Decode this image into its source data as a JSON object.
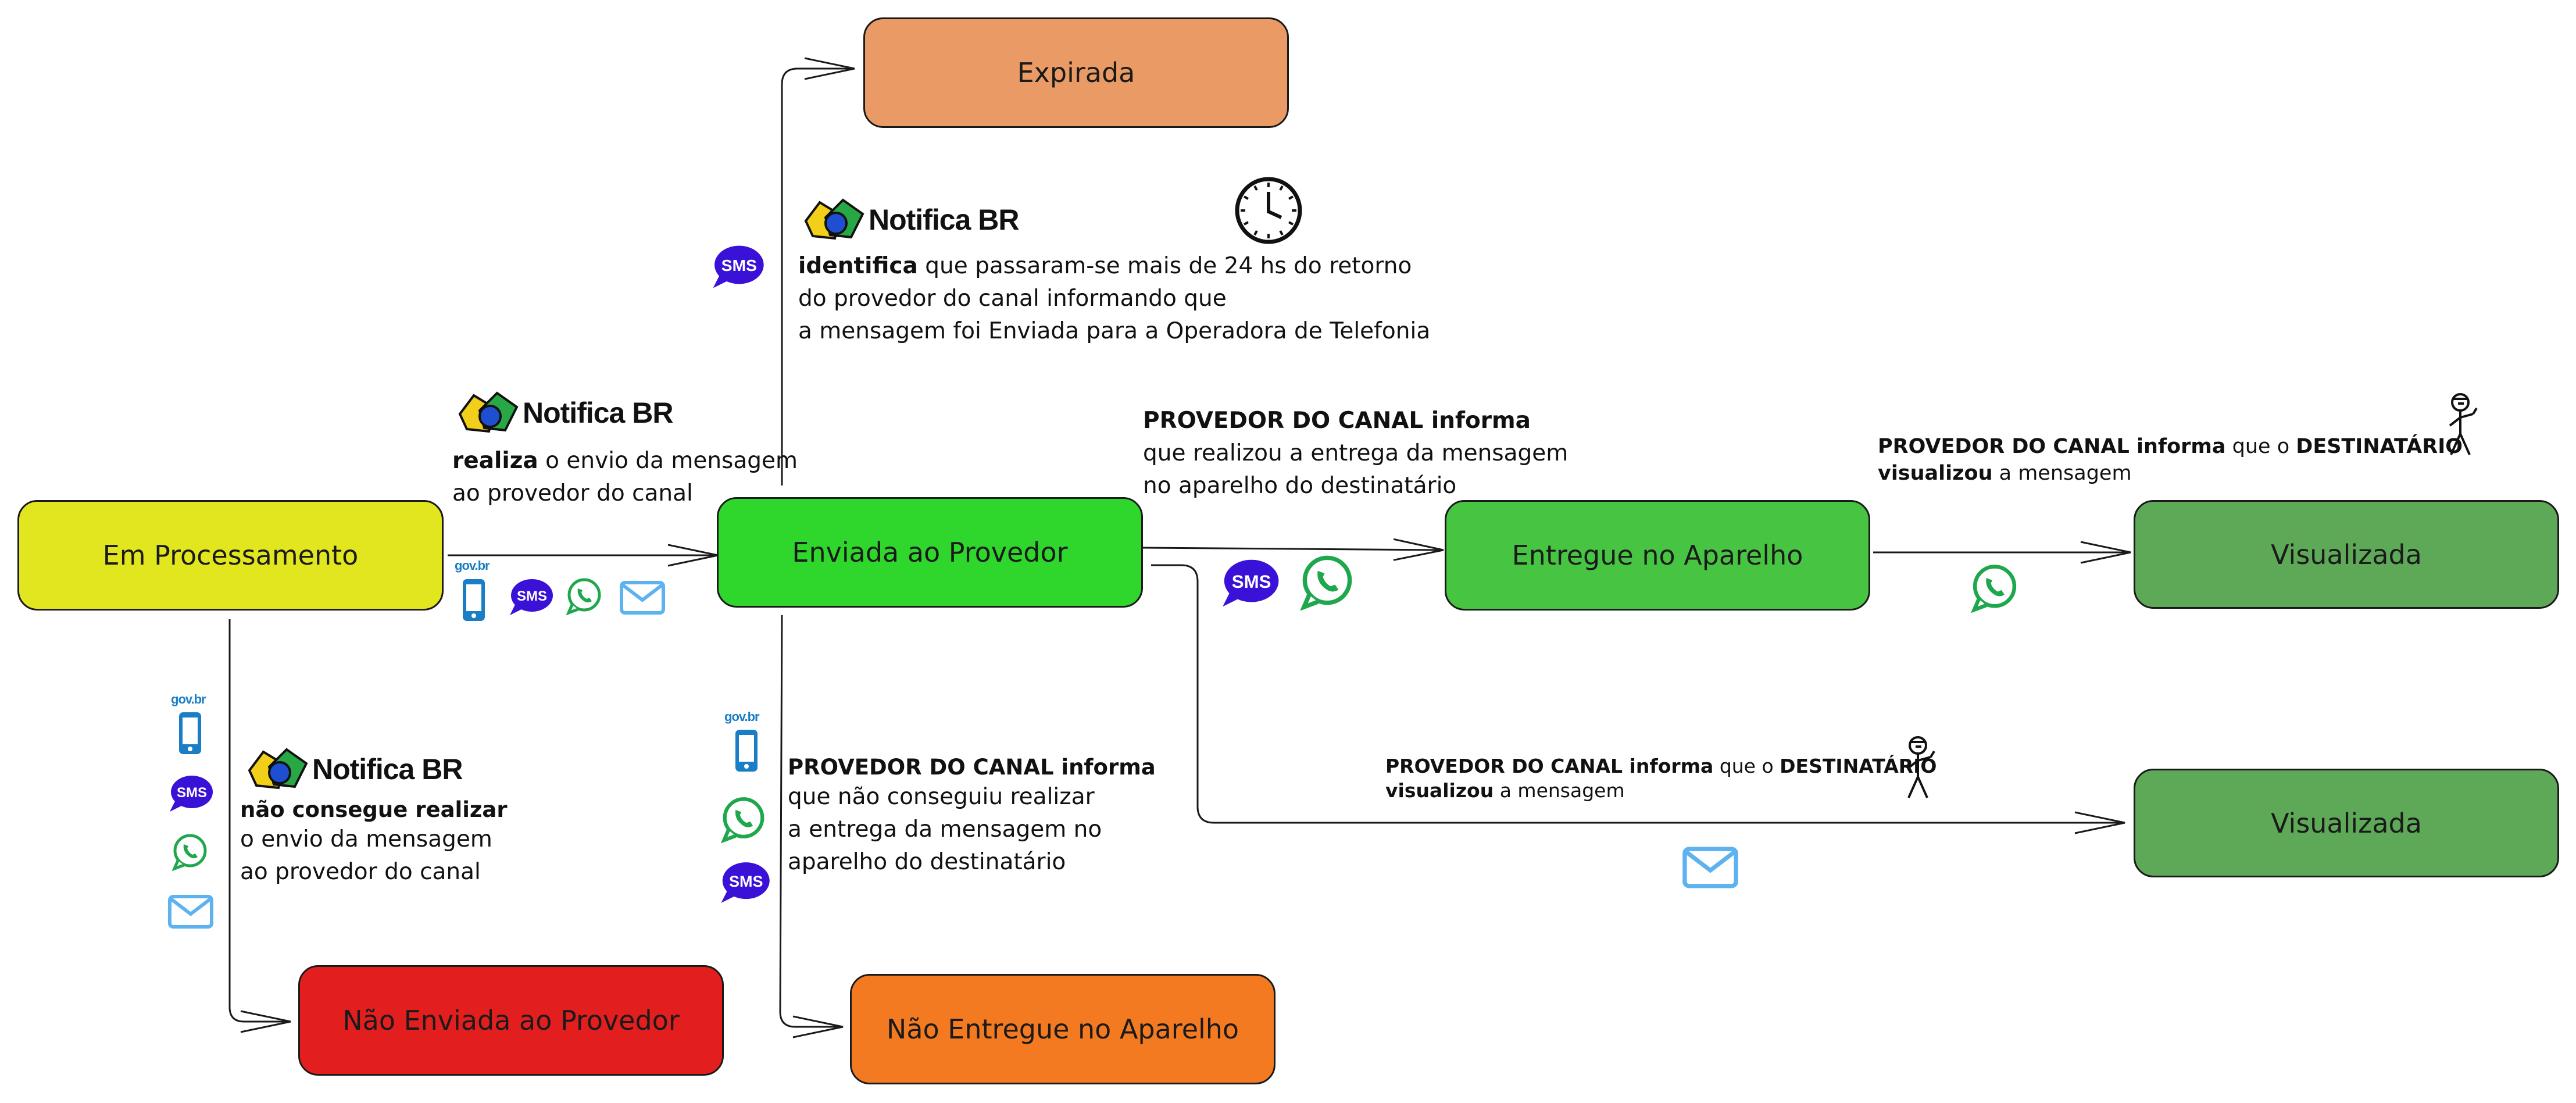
{
  "nodes": {
    "em_processamento": "Em Processamento",
    "enviada_ao_provedor": "Enviada ao Provedor",
    "expirada": "Expirada",
    "entregue_no_aparelho": "Entregue no Aparelho",
    "visualizada_top": "Visualizada",
    "visualizada_bottom": "Visualizada",
    "nao_enviada": "Não Enviada ao Provedor",
    "nao_entregue": "Não Entregue no Aparelho"
  },
  "logo": {
    "word": "Notifica BR"
  },
  "icons": {
    "govbr": "gov.br",
    "sms": "SMS"
  },
  "labels": {
    "envio": {
      "bold": "realiza",
      "line1_rest": " o envio da mensagem",
      "line2": "ao provedor do canal"
    },
    "expira": {
      "bold": "identifica",
      "line1_rest": " que passaram-se mais de 24 hs do retorno",
      "line2": "do provedor do canal informando que",
      "line3": "a mensagem foi Enviada para a Operadora de Telefonia"
    },
    "entrega": {
      "bold": "PROVEDOR DO CANAL informa",
      "line2": "que realizou a entrega da mensagem",
      "line3": "no aparelho do destinatário"
    },
    "visual_top": {
      "bold1": "PROVEDOR DO CANAL informa",
      "mid": " que o ",
      "bold2": "DESTINATÁRIO",
      "bold3": "visualizou",
      "end": " a mensagem"
    },
    "visual_bottom": {
      "bold1": "PROVEDOR DO CANAL informa",
      "mid": " que o ",
      "bold2": "DESTINATÁRIO",
      "bold3": "visualizou",
      "end": " a mensagem"
    },
    "nao_envio": {
      "bold": "não consegue realizar",
      "line2": " o envio da mensagem",
      "line3": " ao provedor do canal"
    },
    "nao_entrega": {
      "bold": "PROVEDOR DO CANAL informa",
      "line2": "que não conseguiu realizar",
      "line3": "a entrega da mensagem no",
      "line4": "aparelho do destinatário"
    }
  },
  "colors": {
    "em_processamento": "#e2e61f",
    "enviada_ao_provedor": "#2fd62c",
    "expirada": "#e99a65",
    "entregue_no_aparelho": "#48c443",
    "visualizada": "#5ea957",
    "nao_enviada": "#e31e1e",
    "nao_entregue": "#f47a22",
    "sms": "#3a11d6",
    "whatsapp": "#1fa74d",
    "email": "#5db3ef",
    "phone": "#1a7ec6",
    "stroke": "#1a1a1a"
  }
}
